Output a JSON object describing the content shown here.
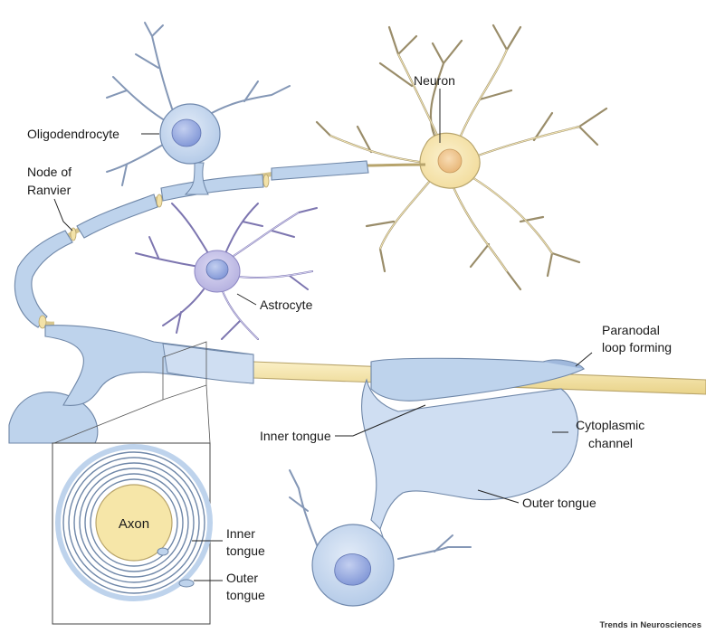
{
  "labels": {
    "oligodendrocyte": "Oligodendrocyte",
    "node_of_ranvier_line1": "Node of",
    "node_of_ranvier_line2": "Ranvier",
    "neuron": "Neuron",
    "astrocyte": "Astrocyte",
    "paranodal_line1": "Paranodal",
    "paranodal_line2": "loop forming",
    "inner_tongue": "Inner tongue",
    "cytoplasmic_line1": "Cytoplasmic",
    "cytoplasmic_line2": "channel",
    "outer_tongue": "Outer tongue"
  },
  "inset": {
    "axon": "Axon",
    "inner_line1": "Inner",
    "inner_line2": "tongue",
    "outer_line1": "Outer",
    "outer_line2": "tongue"
  },
  "credit": "Trends in Neurosciences",
  "colors": {
    "myelin": "#bed3ec",
    "myelin_stroke": "#6f87a8",
    "axon": "#f3e2a8",
    "axon_stroke": "#b8a46a",
    "glia_nucleus": "#7f95d6",
    "astrocyte": "#c9c6ea",
    "neuron_body": "#f7e7b3",
    "neuron_nucleus": "#efc58e"
  }
}
